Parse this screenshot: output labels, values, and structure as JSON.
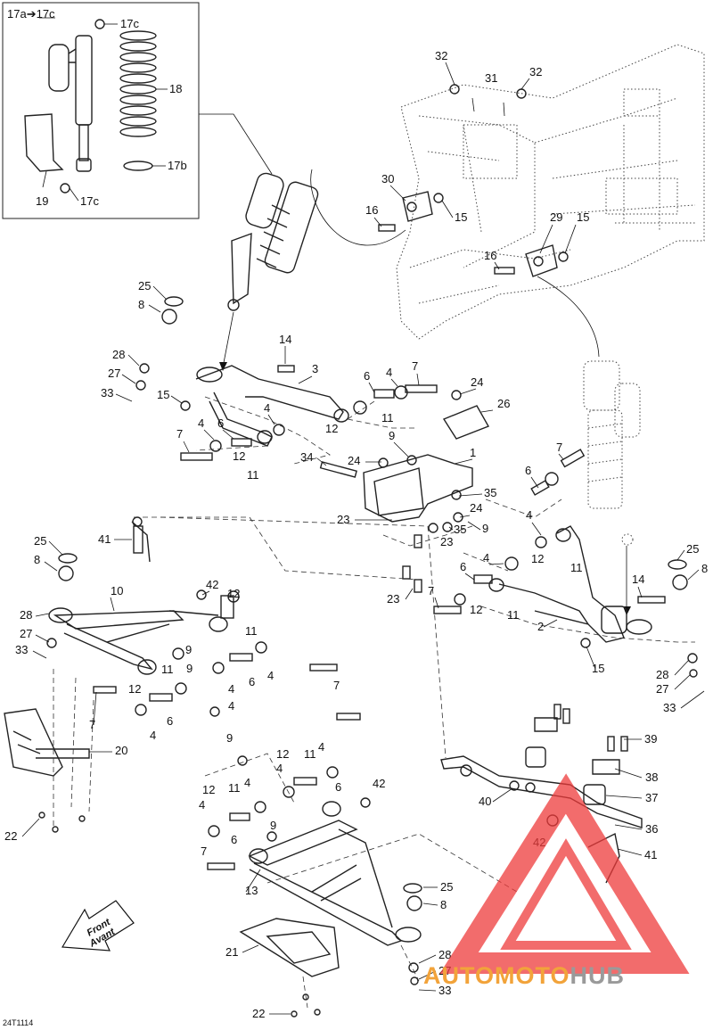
{
  "inset": {
    "labels": [
      "17a➔17c",
      "17c",
      "18",
      "17b",
      "19",
      "17c"
    ]
  },
  "callouts": [
    {
      "id": "c32a",
      "text": "32"
    },
    {
      "id": "c32b",
      "text": "32"
    },
    {
      "id": "c31",
      "text": "31"
    },
    {
      "id": "c30",
      "text": "30"
    },
    {
      "id": "c16a",
      "text": "16"
    },
    {
      "id": "c15a",
      "text": "15"
    },
    {
      "id": "c29",
      "text": "29"
    },
    {
      "id": "c15b",
      "text": "15"
    },
    {
      "id": "c16b",
      "text": "16"
    },
    {
      "id": "c25a",
      "text": "25"
    },
    {
      "id": "c8a",
      "text": "8"
    },
    {
      "id": "c14a",
      "text": "14"
    },
    {
      "id": "c3",
      "text": "3"
    },
    {
      "id": "c28a",
      "text": "28"
    },
    {
      "id": "c27a",
      "text": "27"
    },
    {
      "id": "c33a",
      "text": "33"
    },
    {
      "id": "c15c",
      "text": "15"
    },
    {
      "id": "c6a",
      "text": "6"
    },
    {
      "id": "c4a",
      "text": "4"
    },
    {
      "id": "c7a",
      "text": "7"
    },
    {
      "id": "c24a",
      "text": "24"
    },
    {
      "id": "c4b",
      "text": "4"
    },
    {
      "id": "c11a",
      "text": "11"
    },
    {
      "id": "c12a",
      "text": "12"
    },
    {
      "id": "c26",
      "text": "26"
    },
    {
      "id": "c4c",
      "text": "4"
    },
    {
      "id": "c6b",
      "text": "6"
    },
    {
      "id": "c7b",
      "text": "7"
    },
    {
      "id": "c12b",
      "text": "12"
    },
    {
      "id": "c11b",
      "text": "11"
    },
    {
      "id": "c9a",
      "text": "9"
    },
    {
      "id": "c1",
      "text": "1"
    },
    {
      "id": "c34",
      "text": "34"
    },
    {
      "id": "c24b",
      "text": "24"
    },
    {
      "id": "c35a",
      "text": "35"
    },
    {
      "id": "c7c",
      "text": "7"
    },
    {
      "id": "c6c",
      "text": "6"
    },
    {
      "id": "c23a",
      "text": "23"
    },
    {
      "id": "c24c",
      "text": "24"
    },
    {
      "id": "c35b",
      "text": "35"
    },
    {
      "id": "c9b",
      "text": "9"
    },
    {
      "id": "c23b",
      "text": "23"
    },
    {
      "id": "c4d",
      "text": "4"
    },
    {
      "id": "c41a",
      "text": "41"
    },
    {
      "id": "c25b",
      "text": "25"
    },
    {
      "id": "c8b",
      "text": "8"
    },
    {
      "id": "c12c",
      "text": "12"
    },
    {
      "id": "c11c",
      "text": "11"
    },
    {
      "id": "c4e",
      "text": "4"
    },
    {
      "id": "c6d",
      "text": "6"
    },
    {
      "id": "c25c",
      "text": "25"
    },
    {
      "id": "c8c",
      "text": "8"
    },
    {
      "id": "c10",
      "text": "10"
    },
    {
      "id": "c42a",
      "text": "42"
    },
    {
      "id": "c12d",
      "text": "12"
    },
    {
      "id": "c23c",
      "text": "23"
    },
    {
      "id": "c7d",
      "text": "7"
    },
    {
      "id": "c12e",
      "text": "12"
    },
    {
      "id": "c11d",
      "text": "11"
    },
    {
      "id": "c14b",
      "text": "14"
    },
    {
      "id": "c2",
      "text": "2"
    },
    {
      "id": "c28b",
      "text": "28"
    },
    {
      "id": "c27b",
      "text": "27"
    },
    {
      "id": "c33b",
      "text": "33"
    },
    {
      "id": "c11e",
      "text": "11"
    },
    {
      "id": "c9c",
      "text": "9"
    },
    {
      "id": "c4f",
      "text": "4"
    },
    {
      "id": "c6e",
      "text": "6"
    },
    {
      "id": "c4g",
      "text": "4"
    },
    {
      "id": "c28c",
      "text": "28"
    },
    {
      "id": "c27c",
      "text": "27"
    },
    {
      "id": "c33c",
      "text": "33"
    },
    {
      "id": "c15d",
      "text": "15"
    },
    {
      "id": "c12f",
      "text": "12"
    },
    {
      "id": "c11f",
      "text": "11"
    },
    {
      "id": "c9d",
      "text": "9"
    },
    {
      "id": "c7e",
      "text": "7"
    },
    {
      "id": "c6f",
      "text": "6"
    },
    {
      "id": "c4h",
      "text": "4"
    },
    {
      "id": "c4i",
      "text": "4"
    },
    {
      "id": "c7f",
      "text": "7"
    },
    {
      "id": "c20",
      "text": "20"
    },
    {
      "id": "c9e",
      "text": "9"
    },
    {
      "id": "c39",
      "text": "39"
    },
    {
      "id": "c12g",
      "text": "12"
    },
    {
      "id": "c11g",
      "text": "11"
    },
    {
      "id": "c4j",
      "text": "4"
    },
    {
      "id": "c38",
      "text": "38"
    },
    {
      "id": "c4k",
      "text": "4"
    },
    {
      "id": "c6g",
      "text": "6"
    },
    {
      "id": "c42b",
      "text": "42"
    },
    {
      "id": "c40",
      "text": "40"
    },
    {
      "id": "c37",
      "text": "37"
    },
    {
      "id": "c12h",
      "text": "12"
    },
    {
      "id": "c11h",
      "text": "11"
    },
    {
      "id": "c4l",
      "text": "4"
    },
    {
      "id": "c22a",
      "text": "22"
    },
    {
      "id": "c36",
      "text": "36"
    },
    {
      "id": "c4m",
      "text": "4"
    },
    {
      "id": "c9f",
      "text": "9"
    },
    {
      "id": "c42c",
      "text": "42"
    },
    {
      "id": "c6h",
      "text": "6"
    },
    {
      "id": "c41b",
      "text": "41"
    },
    {
      "id": "c7g",
      "text": "7"
    },
    {
      "id": "c13",
      "text": "13"
    },
    {
      "id": "c25d",
      "text": "25"
    },
    {
      "id": "c8d",
      "text": "8"
    },
    {
      "id": "c21",
      "text": "21"
    },
    {
      "id": "c28d",
      "text": "28"
    },
    {
      "id": "c27d",
      "text": "27"
    },
    {
      "id": "c33d",
      "text": "33"
    },
    {
      "id": "c22b",
      "text": "22"
    }
  ],
  "front_arrow": {
    "line1": "Front",
    "line2": "Avant"
  },
  "doc_code": "24T1114",
  "watermark": {
    "part1": "AUTO",
    "part2": "MOTO",
    "part3": "HUB",
    "color_orange": "#f2a33a",
    "color_grey": "#9a9a9a",
    "color_red": "#ee3b3b"
  }
}
